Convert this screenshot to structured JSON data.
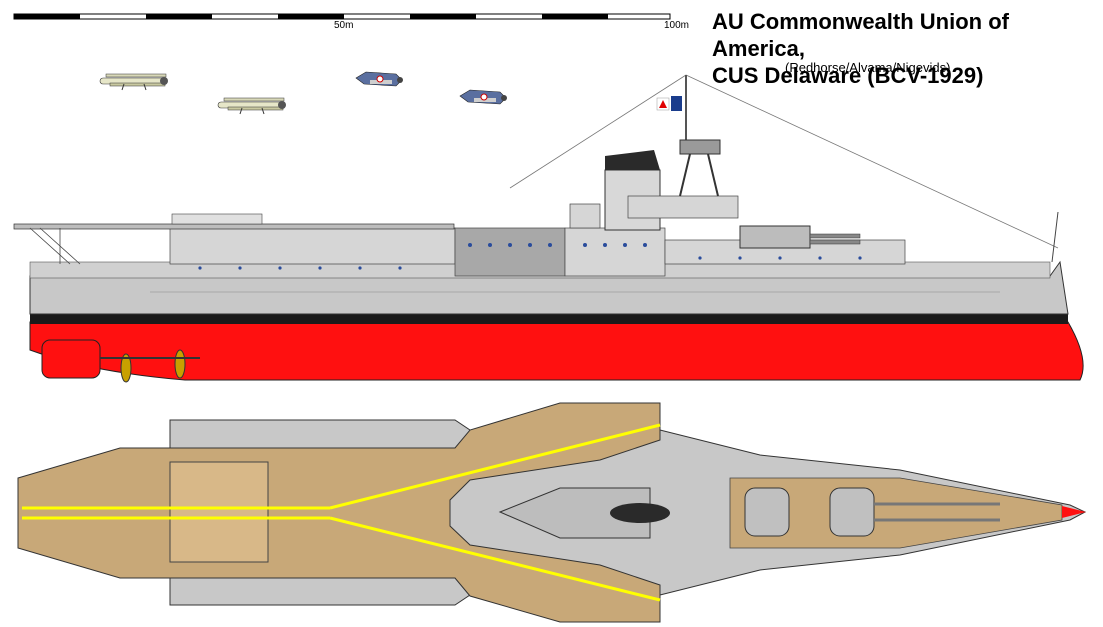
{
  "header": {
    "title_line1": "AU Commonwealth Union of America,",
    "title_line2": "CUS Delaware (BCV-1929)",
    "credit": "(Redhorse/Alvama/Nigevids)"
  },
  "scale_bar": {
    "label_mid": "50m",
    "label_end": "100m"
  },
  "colors": {
    "hull_grey": "#c8c8c8",
    "superstructure_grey": "#d4d4d4",
    "dark_grey": "#9a9a9a",
    "waterline_black": "#1a1a1a",
    "anti_fouling_red": "#ff1010",
    "deck_wood": "#c8a878",
    "deck_stripe_yellow": "#ffff00",
    "flag_red": "#e00000",
    "flag_blue": "#1a3c8c"
  },
  "icons": [
    "biplane-icon",
    "fighter-plane-icon",
    "flag-icon",
    "propeller-icon"
  ]
}
